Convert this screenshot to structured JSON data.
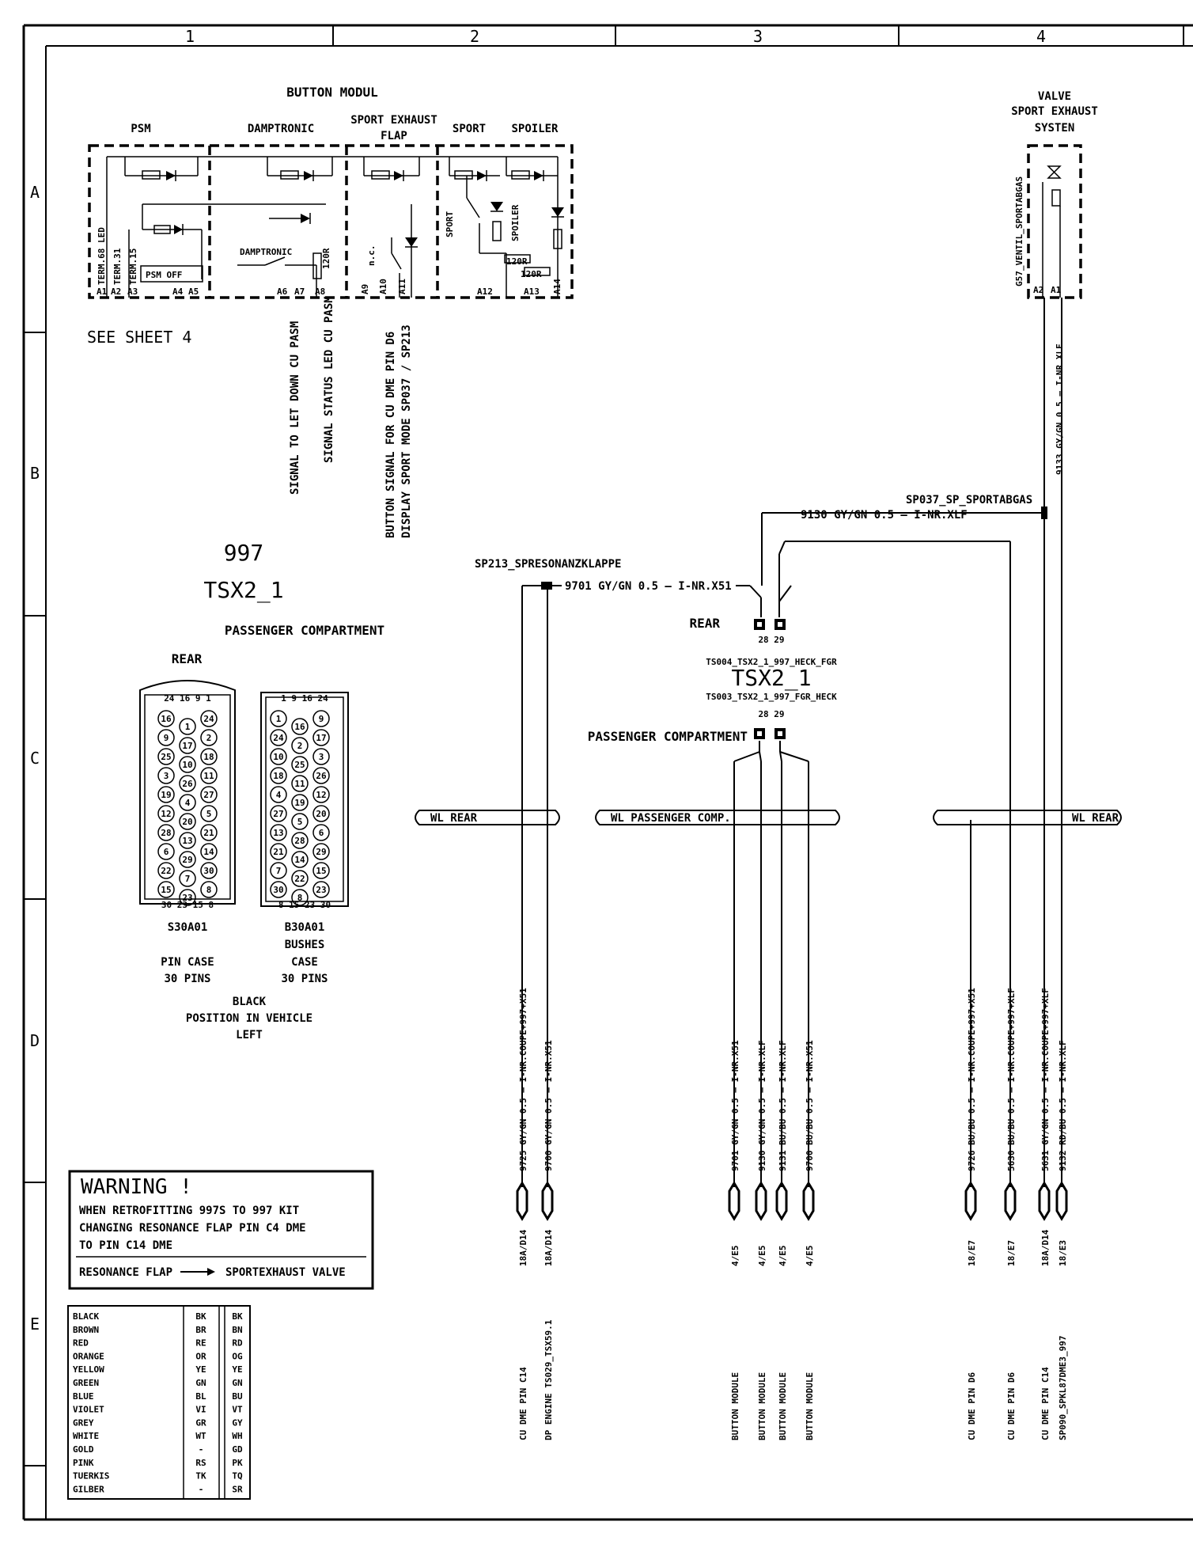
{
  "grid": {
    "columns": [
      "1",
      "2",
      "3",
      "4"
    ],
    "rows": [
      "A",
      "B",
      "C",
      "D",
      "E"
    ]
  },
  "button_module": {
    "title": "BUTTON MODUL",
    "sections": [
      "PSM",
      "DAMPTRONIC",
      "SPORT EXHAUST",
      "FLAP",
      "SPORT",
      "SPOILER"
    ],
    "inner_labels": [
      "TERM.68 LED",
      "TERM.31",
      "TERM.15",
      "PSM OFF",
      "DAMPTRONIC",
      "120R",
      "n.c.",
      "SPORT",
      "SPOILER",
      "120R",
      "120R"
    ],
    "pins": [
      "A1",
      "A2",
      "A3",
      "A4",
      "A5",
      "A6",
      "A7",
      "A8",
      "A9",
      "A10",
      "A11",
      "A12",
      "A13",
      "A14"
    ],
    "see_sheet": "SEE SHEET 4",
    "signals": [
      "SIGNAL TO LET DOWN CU PASM",
      "SIGNAL STATUS LED CU PASM",
      "BUTTON SIGNAL FOR CU DME PIN D6",
      "DISPLAY SPORT MODE SP037 / SP213"
    ]
  },
  "valve": {
    "title_lines": [
      "VALVE",
      "SPORT EXHAUST",
      "SYSTEN"
    ],
    "side_label": "G57_VENTIL_SPORTABGAS",
    "pins": [
      "A2",
      "A1"
    ],
    "wire": "9133 GY/GN 0.5 — I-NR.XLF"
  },
  "connector_left": {
    "model": "997",
    "name": "TSX2_1",
    "location": "PASSENGER COMPARTMENT",
    "side": "REAR",
    "pin_case": {
      "code": "S30A01",
      "lines": [
        "PIN CASE",
        "30 PINS"
      ]
    },
    "bushes_case": {
      "code": "B30A01",
      "lines": [
        "BUSHES",
        "CASE",
        "30 PINS"
      ]
    },
    "position_lines": [
      "BLACK",
      "POSITION IN VEHICLE",
      "LEFT"
    ],
    "pin_case_top": "24 16  9  1",
    "pin_case_bottom": "30  23  15  8",
    "bushes_top": "1 9  16 24",
    "bushes_bottom": "8  15  23  30",
    "pin_case_numbers": [
      "16",
      "1",
      "24",
      "9",
      "17",
      "2",
      "25",
      "10",
      "18",
      "3",
      "26",
      "11",
      "19",
      "4",
      "27",
      "12",
      "20",
      "5",
      "28",
      "13",
      "21",
      "6",
      "29",
      "14",
      "22",
      "7",
      "30",
      "15",
      "23",
      "8"
    ],
    "bushes_numbers": [
      "1",
      "16",
      "9",
      "24",
      "2",
      "17",
      "10",
      "25",
      "3",
      "18",
      "11",
      "26",
      "4",
      "19",
      "12",
      "27",
      "5",
      "20",
      "13",
      "28",
      "6",
      "21",
      "14",
      "29",
      "7",
      "22",
      "15",
      "30",
      "8",
      "23"
    ]
  },
  "splices": {
    "sp213": "SP213_SPRESONANZKLAPPE",
    "sp213_wire": "9701 GY/GN 0.5 — I-NR.X51",
    "sp037": "SP037_SP_SPORTABGAS",
    "sp037_wire": "9130 GY/GN 0.5 — I-NR.XLF"
  },
  "tsx_center": {
    "rear_label": "REAR",
    "heck": "TS004_TSX2_1_997_HECK_FGR",
    "name": "TSX2_1",
    "fgr": "TS003_TSX2_1_997_FGR_HECK",
    "passenger_label": "PASSENGER COMPARTMENT",
    "pin_numbers": "28 29"
  },
  "harness_bands": {
    "wl_rear_left": "WL REAR",
    "wl_passenger": "WL PASSENGER COMP.",
    "wl_rear_right": "WL REAR"
  },
  "wires": [
    {
      "upper": "9725 GY/GN 0.5 — I-NR.COUPE+997+X51",
      "ref": "18A/D14",
      "dest": "CU DME PIN C14"
    },
    {
      "upper": "9700 GY/GN 0.5 — I-NR.X51",
      "ref": "18A/D14",
      "dest": "DP ENGINE TS029_TSX59.1"
    },
    {
      "upper": "9701 GY/GN 0.5 — I-NR.X51",
      "ref": "4/E5",
      "dest": "BUTTON MODULE"
    },
    {
      "upper": "9130 GY/GN 0.5 — I-NR.XLF",
      "ref": "4/E5",
      "dest": "BUTTON MODULE"
    },
    {
      "upper": "9131 BU/BU 0.5 — I-NR.XLF",
      "ref": "4/E5",
      "dest": "BUTTON MODULE"
    },
    {
      "upper": "9700 BU/BU 0.5 — I-NR.X51",
      "ref": "4/E5",
      "dest": "BUTTON MODULE"
    },
    {
      "upper": "9726 BU/BU 0.5 — I-NR.COUPE+997+X51",
      "ref": "18/E7",
      "dest": "CU DME PIN D6"
    },
    {
      "upper": "5630 BU/BU 0.5 — I-NR.COUPE+997+XLF",
      "ref": "18/E7",
      "dest": "CU DME PIN D6"
    },
    {
      "upper": "5631 GY/GN 0.5 — I-NR.COUPE+997+XLF",
      "ref": "18A/D14",
      "dest": "CU DME PIN C14"
    },
    {
      "upper": "9132 RD/BU 0.5 — I-NR.XLF",
      "ref": "18/E3",
      "dest": "SP090_SPKL87DME3_997"
    }
  ],
  "warning": {
    "title": "WARNING !",
    "lines": [
      "WHEN RETROFITTING 997S TO 997 KIT",
      "CHANGING RESONANCE FLAP PIN C4 DME",
      "TO PIN C14 DME"
    ],
    "bottom_left": "RESONANCE FLAP",
    "bottom_right": "SPORTEXHAUST VALVE"
  },
  "color_codes": [
    [
      "BLACK",
      "BK",
      "BK"
    ],
    [
      "BROWN",
      "BR",
      "BN"
    ],
    [
      "RED",
      "RE",
      "RD"
    ],
    [
      "ORANGE",
      "OR",
      "OG"
    ],
    [
      "YELLOW",
      "YE",
      "YE"
    ],
    [
      "GREEN",
      "GN",
      "GN"
    ],
    [
      "BLUE",
      "BL",
      "BU"
    ],
    [
      "VIOLET",
      "VI",
      "VT"
    ],
    [
      "GREY",
      "GR",
      "GY"
    ],
    [
      "WHITE",
      "WT",
      "WH"
    ],
    [
      "GOLD",
      "-",
      "GD"
    ],
    [
      "PINK",
      "RS",
      "PK"
    ],
    [
      "TUERKIS",
      "TK",
      "TQ"
    ],
    [
      "GILBER",
      "-",
      "SR"
    ]
  ]
}
